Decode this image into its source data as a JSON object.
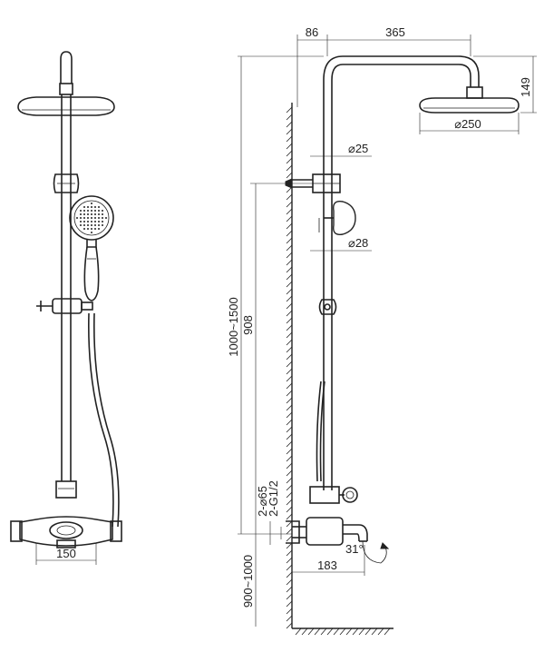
{
  "drawing": {
    "dimensions": {
      "width_86": "86",
      "width_365": "365",
      "height_149": "149",
      "dia_250": "⌀250",
      "dia_25": "⌀25",
      "dia_28": "⌀28",
      "height_1000_1500": "1000~1500",
      "height_908": "908",
      "dia_65": "2-⌀65",
      "thread_g12": "2-G1/2",
      "angle_31": "31°",
      "length_183": "183",
      "height_900_1000": "900~1000",
      "width_150": "150"
    }
  }
}
